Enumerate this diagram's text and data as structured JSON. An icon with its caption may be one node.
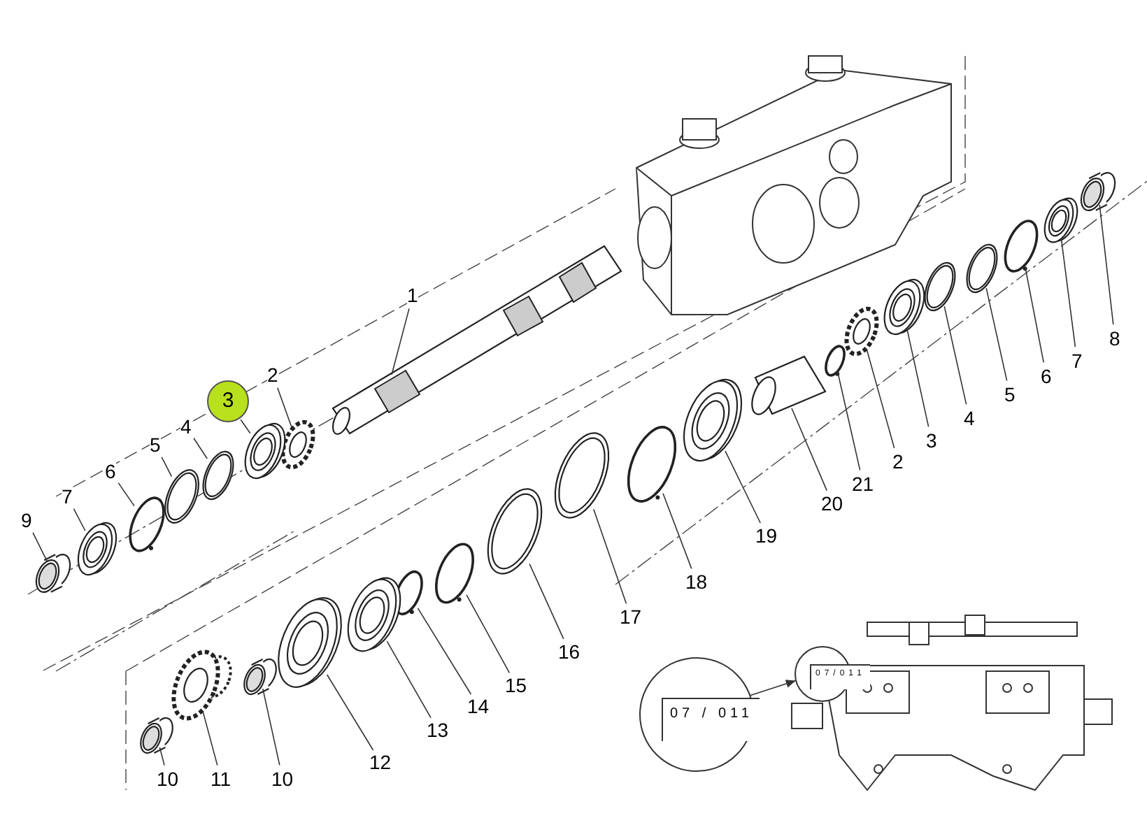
{
  "diagram": {
    "nodes": [
      {
        "text": [
          "1"
        ]
      },
      {
        "text": [],
        "shape": "picture"
      },
      {
        "text": [
          "2"
        ]
      },
      {
        "text": [],
        "shape": "picture"
      },
      {
        "text": [
          "3"
        ]
      },
      {
        "text": [],
        "shape": "picture"
      },
      {
        "text": [
          "4"
        ]
      },
      {
        "text": [],
        "shape": "picture"
      },
      {
        "text": [
          "5"
        ]
      },
      {
        "text": [],
        "shape": "picture"
      },
      {
        "text": [
          "6"
        ]
      },
      {
        "text": [],
        "shape": "picture"
      },
      {
        "text": [
          "7"
        ]
      },
      {
        "text": [],
        "shape": "picture"
      },
      {
        "text": [
          "9"
        ]
      },
      {
        "text": [],
        "shape": "cylinder"
      },
      {
        "text": [
          "8"
        ]
      },
      {
        "text": [],
        "shape": "cylinder"
      },
      {
        "text": [
          "7"
        ]
      },
      {
        "text": [],
        "shape": "picture"
      },
      {
        "text": [
          "6"
        ]
      },
      {
        "text": [],
        "shape": "picture"
      },
      {
        "text": [
          "5"
        ]
      },
      {
        "text": [],
        "shape": "picture"
      },
      {
        "text": [
          "4"
        ]
      },
      {
        "text": [],
        "shape": "picture"
      },
      {
        "text": [
          "3"
        ]
      },
      {
        "text": [],
        "shape": "picture"
      },
      {
        "text": [
          "2"
        ]
      },
      {
        "text": [],
        "shape": "picture"
      },
      {
        "text": [
          "21"
        ]
      },
      {
        "text": [],
        "shape": "picture"
      },
      {
        "text": [
          "20"
        ]
      },
      {
        "text": [],
        "shape": "picture"
      },
      {
        "text": [
          "19"
        ]
      },
      {
        "text": [],
        "shape": "picture"
      },
      {
        "text": [
          "18"
        ]
      },
      {
        "text": [],
        "shape": "picture"
      },
      {
        "text": [
          "17"
        ]
      },
      {
        "text": [],
        "shape": "picture"
      },
      {
        "text": [
          "16"
        ]
      },
      {
        "text": [],
        "shape": "picture"
      },
      {
        "text": [
          "15"
        ]
      },
      {
        "text": [],
        "shape": "picture"
      },
      {
        "text": [
          "14"
        ]
      },
      {
        "text": [],
        "shape": "picture"
      },
      {
        "text": [
          "13"
        ]
      },
      {
        "text": [],
        "shape": "picture"
      },
      {
        "text": [
          "12"
        ]
      },
      {
        "text": [],
        "shape": "picture"
      },
      {
        "text": [
          "10"
        ]
      },
      {
        "text": [],
        "shape": "cylinder"
      },
      {
        "text": [
          "11"
        ]
      },
      {
        "text": [],
        "shape": "picture"
      },
      {
        "text": [
          "10"
        ]
      },
      {
        "text": [],
        "shape": "cylinder"
      },
      {
        "text": [
          "07 / 011"
        ]
      },
      {
        "text": [
          "07/011"
        ]
      }
    ],
    "edges": [
      {
        "from": 0,
        "to": 1,
        "arrow": "none"
      },
      {
        "from": 2,
        "to": 3,
        "arrow": "none"
      },
      {
        "from": 4,
        "to": 5,
        "arrow": "none"
      },
      {
        "from": 6,
        "to": 7,
        "arrow": "none"
      },
      {
        "from": 8,
        "to": 9,
        "arrow": "none"
      },
      {
        "from": 10,
        "to": 11,
        "arrow": "none"
      },
      {
        "from": 12,
        "to": 13,
        "arrow": "none"
      },
      {
        "from": 14,
        "to": 15,
        "arrow": "none"
      },
      {
        "from": 16,
        "to": 17,
        "arrow": "none"
      },
      {
        "from": 18,
        "to": 19,
        "arrow": "none"
      },
      {
        "from": 20,
        "to": 21,
        "arrow": "none"
      },
      {
        "from": 22,
        "to": 23,
        "arrow": "none"
      },
      {
        "from": 24,
        "to": 25,
        "arrow": "none"
      },
      {
        "from": 26,
        "to": 27,
        "arrow": "none"
      },
      {
        "from": 28,
        "to": 29,
        "arrow": "none"
      },
      {
        "from": 30,
        "to": 31,
        "arrow": "none"
      },
      {
        "from": 32,
        "to": 33,
        "arrow": "none"
      },
      {
        "from": 34,
        "to": 35,
        "arrow": "none"
      },
      {
        "from": 36,
        "to": 37,
        "arrow": "none"
      },
      {
        "from": 38,
        "to": 39,
        "arrow": "none"
      },
      {
        "from": 40,
        "to": 41,
        "arrow": "none"
      },
      {
        "from": 42,
        "to": 43,
        "arrow": "none"
      },
      {
        "from": 44,
        "to": 45,
        "arrow": "none"
      },
      {
        "from": 46,
        "to": 47,
        "arrow": "none"
      },
      {
        "from": 48,
        "to": 49,
        "arrow": "none"
      },
      {
        "from": 50,
        "to": 51,
        "arrow": "none"
      },
      {
        "from": 52,
        "to": 53,
        "arrow": "none"
      },
      {
        "from": 54,
        "to": 55,
        "arrow": "none"
      },
      {
        "from": 56,
        "to": 57,
        "arrow": "to"
      }
    ]
  }
}
